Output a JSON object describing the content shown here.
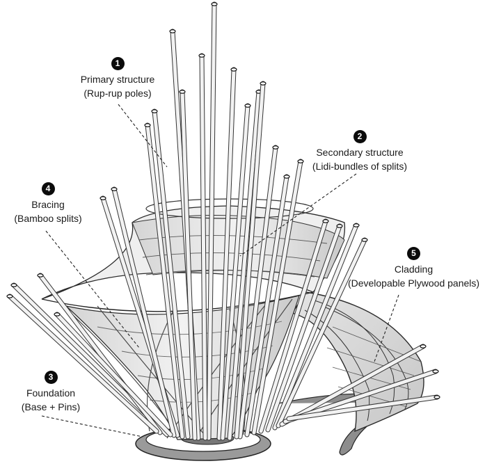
{
  "components": [
    {
      "number": "1",
      "title": "Primary structure",
      "detail": "(Rup-rup poles)"
    },
    {
      "number": "2",
      "title": "Secondary structure",
      "detail": "(Lidi-bundles of splits)"
    },
    {
      "number": "3",
      "title": "Foundation",
      "detail": "(Base + Pins)"
    },
    {
      "number": "4",
      "title": "Bracing",
      "detail": "(Bamboo splits)"
    },
    {
      "number": "5",
      "title": "Cladding",
      "detail": "(Developable Plywood panels)"
    }
  ],
  "colors": {
    "badge": "#0b0b0b",
    "leader": "#222222",
    "pole": "#e6e6e6",
    "panel": "#d9d9d9",
    "outline": "#3a3a3a"
  }
}
